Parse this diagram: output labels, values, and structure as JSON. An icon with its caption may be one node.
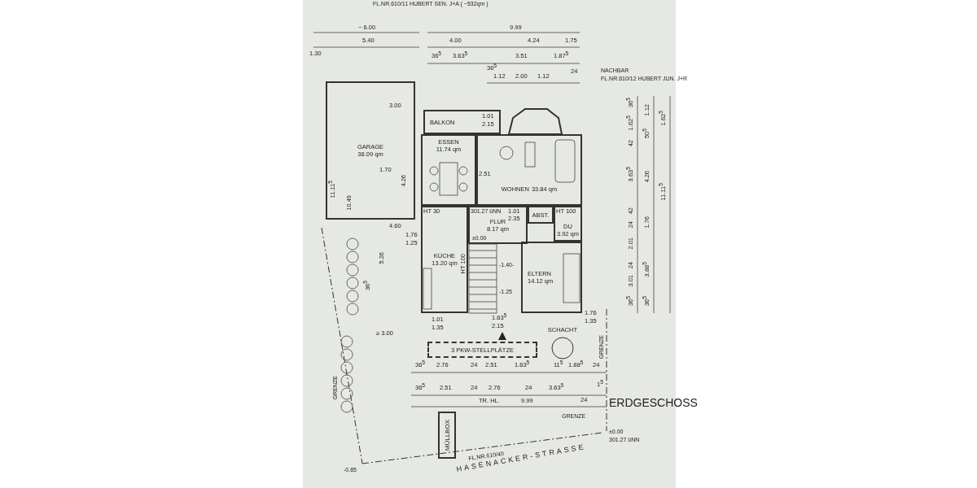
{
  "diagram": {
    "nodes": [
      {
        "text": [
          "GARAGE",
          "38.09 qm"
        ]
      },
      {
        "text": [
          "BALKON"
        ]
      },
      {
        "text": [
          "ESSEN",
          "11.74 qm"
        ]
      },
      {
        "text": [
          "WOHNEN",
          "33.84 qm"
        ]
      },
      {
        "text": [
          "ABST."
        ]
      },
      {
        "text": [
          "DU",
          "3.92 qm"
        ]
      },
      {
        "text": [
          "FLUR",
          "8.17 qm"
        ]
      },
      {
        "text": [
          "KÜCHE",
          "13.20 qm"
        ]
      },
      {
        "text": [
          "ELTERN",
          "14.12 qm"
        ]
      },
      {
        "text": [
          "SCHACHT"
        ]
      },
      {
        "text": [
          "MÜLLBOX"
        ]
      },
      {
        "text": [
          "3 PKW-STELLPLÄTZE"
        ]
      }
    ],
    "labels": [
      "FL.NR.610/11 HUBERT SEN. J+A ( ~532qm )",
      "~ 6.00",
      "9.99",
      "5.40",
      "4.00",
      "4.24",
      "1.75",
      "1.30",
      "36$^{5}$",
      "3.63$^{5}$",
      "3.51",
      "1.87$^{5}$",
      "36$^{5}$",
      "24",
      "NACHBAR",
      "1.12",
      "2.00",
      "1.12",
      "FL.NR.610/12 HUBERT JUN. J+R",
      "3.00",
      "36$^{5}$",
      "1.12",
      "1.62$^{5}$",
      "1.01",
      "1.62$^{5}$",
      "2.15",
      "50$^{5}$",
      "42",
      "11.11$^{5}$",
      "10.49",
      "1.70",
      "4.26",
      "2.51",
      "3.63$^{5}$",
      "4.26",
      "11.11$^{5}$",
      "4.60",
      "HT 30",
      "301.27 üNN",
      "1.01",
      "2.35",
      "HT 100",
      "42",
      "24",
      "1.76",
      "1.76",
      "1.25",
      "±0.00",
      "2.01",
      "5.26",
      "HT 100",
      "-1.40-",
      "24",
      "3.88$^{5}$",
      "36$^{5}$",
      "-1.25",
      "3.01",
      "36$^{5}$",
      "36$^{5}$",
      "1.01",
      "1.35",
      "1.63$^{5}$",
      "2.15",
      "1.76",
      "1.35",
      "≥ 3.00",
      "GRENZE",
      "36$^{5}$",
      "2.76",
      "24",
      "2.51",
      "1.63$^{5}$",
      "11$^{5}$",
      "1.88$^{5}$",
      "24",
      "GRENZE",
      "36$^{5}$",
      "2.51",
      "24",
      "2.76",
      "24",
      "3.63$^{5}$",
      "1$^{5}$",
      "TR. HL.",
      "9.99",
      "24",
      "ERDGESCHOSS",
      "GRENZE",
      "±0.00",
      "301.27 üNN",
      "FL.NR.610/40",
      "-0.85",
      "HASENACKER-STRASSE"
    ]
  }
}
